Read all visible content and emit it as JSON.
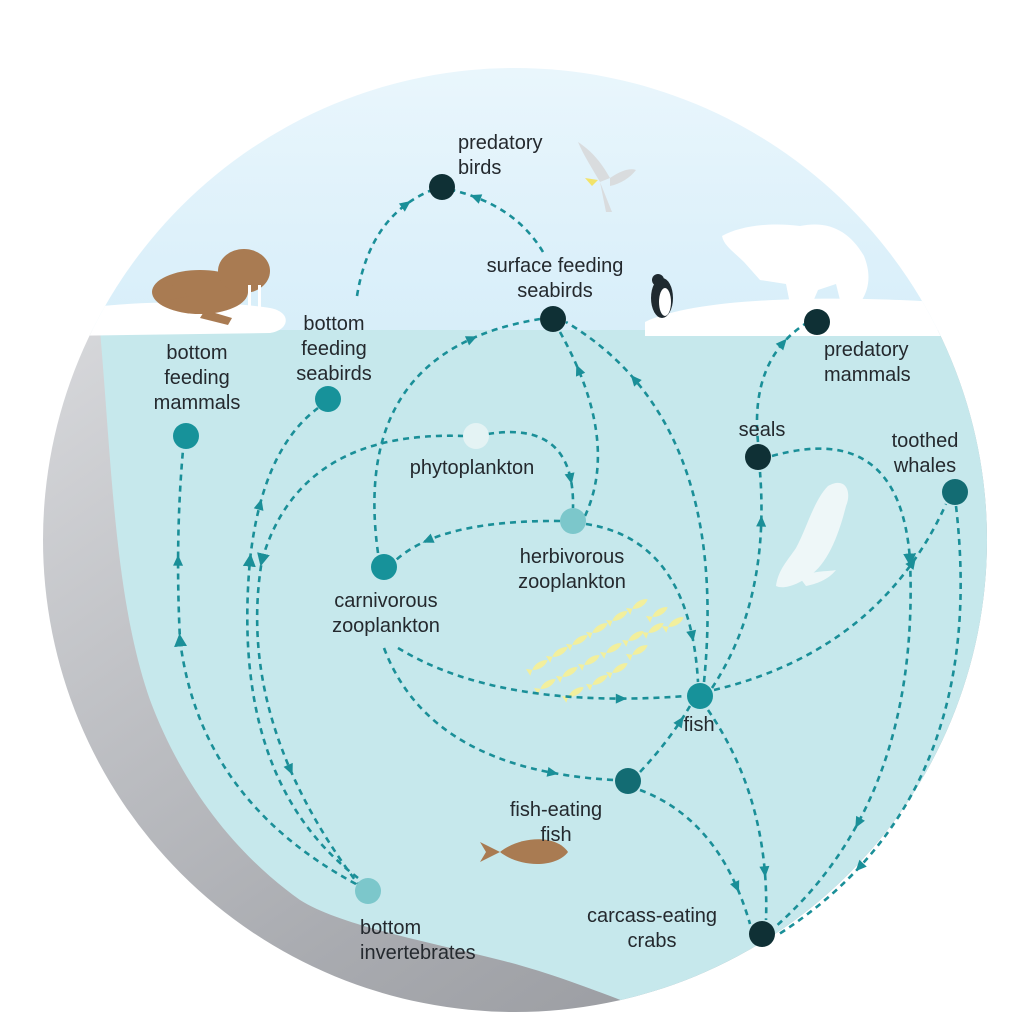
{
  "colors": {
    "sky": "#dff1fb",
    "ice": "#ffffff",
    "water": "#c6e8ec",
    "seafloor": "#b8b9bd",
    "arrow": "#1a8f98",
    "node_dark": "#0f3035",
    "node_teal_dark": "#136c73",
    "node_teal": "#17929a",
    "node_light": "#7cc7cb",
    "node_pale": "#e4f3f4",
    "walrus": "#a97b52",
    "fish_school": "#f2ef9d"
  },
  "nodes": {
    "predatory_birds": {
      "lines": [
        "predatory",
        "birds"
      ],
      "tone": "dark"
    },
    "surface_feeding_seabirds": {
      "lines": [
        "surface feeding",
        "seabirds"
      ],
      "tone": "dark"
    },
    "predatory_mammals": {
      "lines": [
        "predatory",
        "mammals"
      ],
      "tone": "dark"
    },
    "bottom_feeding_seabirds": {
      "lines": [
        "bottom",
        "feeding",
        "seabirds"
      ],
      "tone": "teal"
    },
    "bottom_feeding_mammals": {
      "lines": [
        "bottom",
        "feeding",
        "mammals"
      ],
      "tone": "teal"
    },
    "phytoplankton": {
      "lines": [
        "phytoplankton"
      ],
      "tone": "pale"
    },
    "seals": {
      "lines": [
        "seals"
      ],
      "tone": "dark"
    },
    "toothed_whales": {
      "lines": [
        "toothed",
        "whales"
      ],
      "tone": "teal_dark"
    },
    "herbivorous_zooplankton": {
      "lines": [
        "herbivorous",
        "zooplankton"
      ],
      "tone": "light"
    },
    "carnivorous_zooplankton": {
      "lines": [
        "carnivorous",
        "zooplankton"
      ],
      "tone": "teal"
    },
    "fish": {
      "lines": [
        "fish"
      ],
      "tone": "teal"
    },
    "fish_eating_fish": {
      "lines": [
        "fish-eating",
        "fish"
      ],
      "tone": "teal_dark"
    },
    "carcass_eating_crabs": {
      "lines": [
        "carcass-eating",
        "crabs"
      ],
      "tone": "dark"
    },
    "bottom_invertebrates": {
      "lines": [
        "bottom",
        "invertebrates"
      ],
      "tone": "light"
    }
  },
  "links": [
    [
      "bottom_feeding_seabirds",
      "predatory_birds"
    ],
    [
      "surface_feeding_seabirds",
      "predatory_birds"
    ],
    [
      "phytoplankton",
      "herbivorous_zooplankton"
    ],
    [
      "phytoplankton",
      "bottom_invertebrates"
    ],
    [
      "herbivorous_zooplankton",
      "surface_feeding_seabirds"
    ],
    [
      "carnivorous_zooplankton",
      "surface_feeding_seabirds"
    ],
    [
      "herbivorous_zooplankton",
      "carnivorous_zooplankton"
    ],
    [
      "herbivorous_zooplankton",
      "fish"
    ],
    [
      "carnivorous_zooplankton",
      "fish"
    ],
    [
      "carnivorous_zooplankton",
      "fish_eating_fish"
    ],
    [
      "fish",
      "surface_feeding_seabirds"
    ],
    [
      "fish",
      "seals"
    ],
    [
      "fish",
      "toothed_whales"
    ],
    [
      "fish",
      "carcass_eating_crabs"
    ],
    [
      "fish_eating_fish",
      "fish"
    ],
    [
      "fish_eating_fish",
      "carcass_eating_crabs"
    ],
    [
      "seals",
      "predatory_mammals"
    ],
    [
      "seals",
      "carcass_eating_crabs"
    ],
    [
      "toothed_whales",
      "carcass_eating_crabs"
    ],
    [
      "bottom_invertebrates",
      "bottom_feeding_mammals"
    ],
    [
      "bottom_invertebrates",
      "bottom_feeding_seabirds"
    ]
  ],
  "animals": [
    "walrus",
    "gull",
    "polar-bear",
    "penguin",
    "seal",
    "fish-school",
    "halibut"
  ]
}
